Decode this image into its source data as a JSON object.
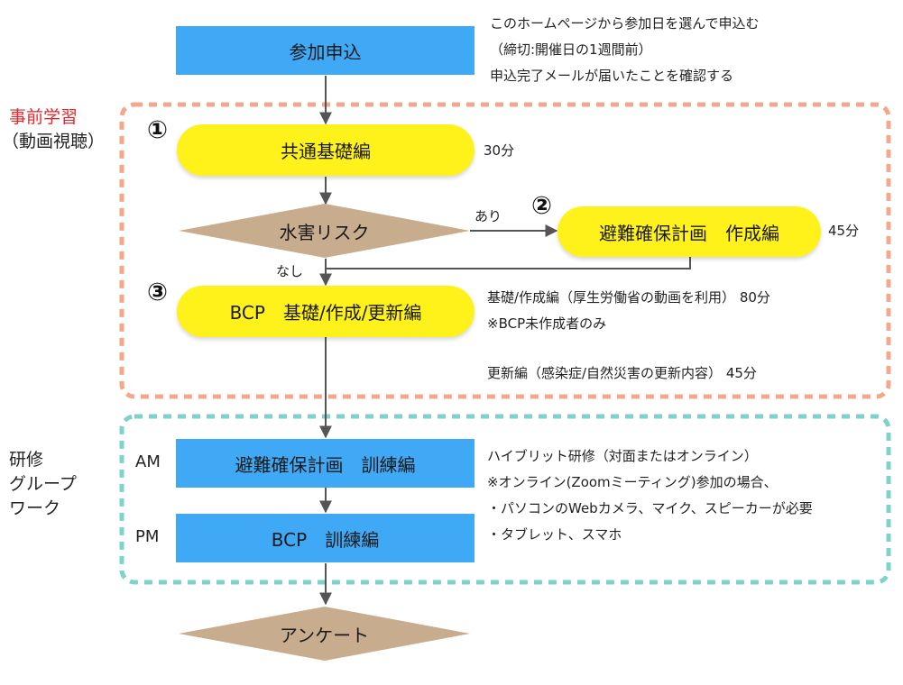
{
  "steps": {
    "apply": "参加申込",
    "basic": "共通基礎編",
    "flood_risk": "水害リスク",
    "evac_create": "避難確保計画　作成編",
    "bcp_basic": "BCP　基礎/作成/更新編",
    "evac_training": "避難確保計画　訓練編",
    "bcp_training": "BCP　訓練編",
    "survey": "アンケート"
  },
  "markers": {
    "one": "①",
    "two": "②",
    "three": "③",
    "yes": "あり",
    "no": "なし",
    "am": "AM",
    "pm": "PM"
  },
  "side_labels": {
    "prelearning_title": "事前学習",
    "prelearning_sub": "（動画視聴）",
    "group_line1": "研修",
    "group_line2": "グループ",
    "group_line3": "ワーク"
  },
  "notes": {
    "apply_1": "このホームページから参加日を選んで申込む",
    "apply_2": "（締切:開催日の1週間前）",
    "apply_3": "申込完了メールが届いたことを確認する",
    "basic_time": "30分",
    "evac_time": "45分",
    "bcp_1": "基礎/作成編（厚生労働省の動画を利用）  80分",
    "bcp_2": "※BCP未作成者のみ",
    "bcp_3": "更新編（感染症/自然災害の更新内容）     45分",
    "hybrid_1": "ハイブリット研修（対面またはオンライン）",
    "hybrid_2": "※オンライン(Zoomミーティング)参加の場合、",
    "hybrid_3": "・パソコンのWebカメラ、マイク、スピーカーが必要",
    "hybrid_4": "・タブレット、スマホ"
  },
  "colors": {
    "blue_box": "#3fa9f5",
    "yellow_pill": "#fff21a",
    "diamond": "#c8ac8e",
    "prelearning_border": "#f4a78a",
    "group_border": "#7dd3c8",
    "prelearning_label": "#e8262a",
    "arrow": "#555555"
  }
}
